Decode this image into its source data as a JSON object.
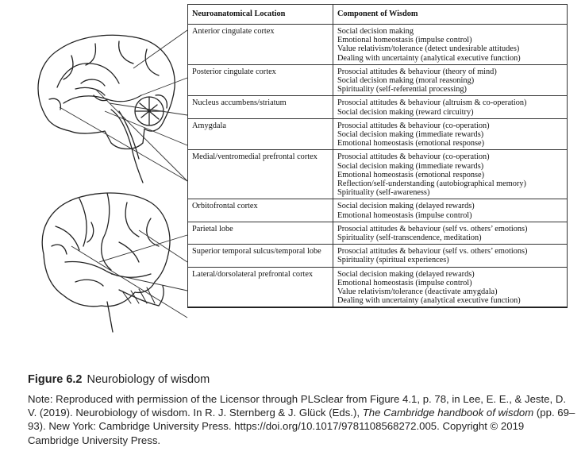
{
  "table": {
    "headers": {
      "location": "Neuroanatomical Location",
      "component": "Component of Wisdom"
    },
    "rows": [
      {
        "location": "Anterior cingulate cortex",
        "components": [
          "Social decision making",
          "Emotional homeostasis (impulse control)",
          "Value relativism/tolerance (detect undesirable attitudes)",
          "Dealing with uncertainty (analytical executive function)"
        ]
      },
      {
        "location": "Posterior cingulate cortex",
        "components": [
          "Prosocial attitudes & behaviour (theory of mind)",
          "Social decision making (moral reasoning)",
          "Spirituality (self-referential processing)"
        ]
      },
      {
        "location": "Nucleus accumbens/striatum",
        "components": [
          "Prosocial attitudes & behaviour (altruism & co-operation)",
          "Social decision making (reward circuitry)"
        ]
      },
      {
        "location": "Amygdala",
        "components": [
          "Prosocial attitudes & behaviour (co-operation)",
          "Social decision making (immediate rewards)",
          "Emotional homeostasis (emotional response)"
        ]
      },
      {
        "location": "Medial/ventromedial prefrontal cortex",
        "components": [
          "Prosocial attitudes & behaviour (co-operation)",
          "Social decision making (immediate rewards)",
          "Emotional homeostasis (emotional response)",
          "Reflection/self-understanding (autobiographical memory)",
          "Spirituality (self-awareness)"
        ]
      },
      {
        "location": "Orbitofrontal cortex",
        "components": [
          "Social decision making (delayed rewards)",
          "Emotional homeostasis (impulse control)"
        ]
      },
      {
        "location": "Parietal lobe",
        "components": [
          "Prosocial attitudes & behaviour (self vs. others’ emotions)",
          "Spirituality (self-transcendence, meditation)"
        ]
      },
      {
        "location": "Superior temporal sulcus/temporal lobe",
        "components": [
          "Prosocial attitudes & behaviour (self vs. others’ emotions)",
          "Spirituality (spiritual experiences)"
        ]
      },
      {
        "location": "Lateral/dorsolateral prefrontal cortex",
        "components": [
          "Social decision making (delayed rewards)",
          "Emotional homeostasis (impulse control)",
          "Value relativism/tolerance (deactivate amygdala)",
          "Dealing with uncertainty (analytical executive function)"
        ]
      }
    ]
  },
  "caption": {
    "label": "Figure 6.2",
    "title": "Neurobiology of wisdom",
    "note_prefix": "Note: Reproduced with permission of the Licensor through PLSclear from Figure 4.1, p. 78, in Lee, E. E., & Jeste, D. V. (2019). Neurobiology of wisdom. In R. J. Sternberg & J. Glück (Eds.),",
    "book_title": "The Cambridge handbook of wisdom",
    "note_suffix": "(pp. 69–93). New York: Cambridge University Press. https://doi.org/10.1017/9781108568272.005. Copyright © 2019 Cambridge University Press."
  },
  "illustration": {
    "icons": [
      "medial-brain-icon",
      "lateral-brain-icon"
    ]
  }
}
